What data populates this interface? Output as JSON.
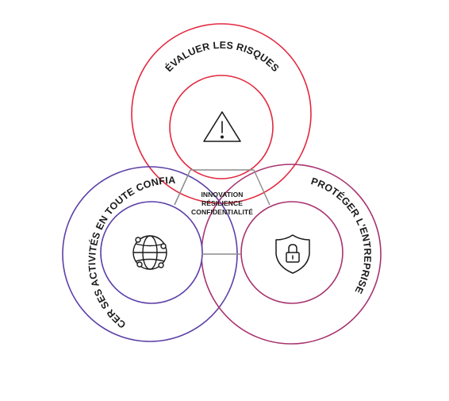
{
  "colors": {
    "red": "#e3283f",
    "purple": "#5b3fa6",
    "magenta": "#a8336f",
    "gray": "#8c8c8c",
    "ink": "#1a1a1a"
  },
  "circles": {
    "top": {
      "label": "ÉVALUER LES RISQUES",
      "icon": "warning-triangle-icon"
    },
    "left": {
      "label": "EXERCER SES ACTIVITÉS EN TOUTE CONFIANCE",
      "icon": "globe-network-icon"
    },
    "right": {
      "label": "PROTÉGER L'ENTREPRISE",
      "icon": "shield-lock-icon"
    }
  },
  "center": {
    "lines": [
      "INNOVATION",
      "RÉSILIENCE",
      "CONFIDENTIALITÉ"
    ]
  }
}
